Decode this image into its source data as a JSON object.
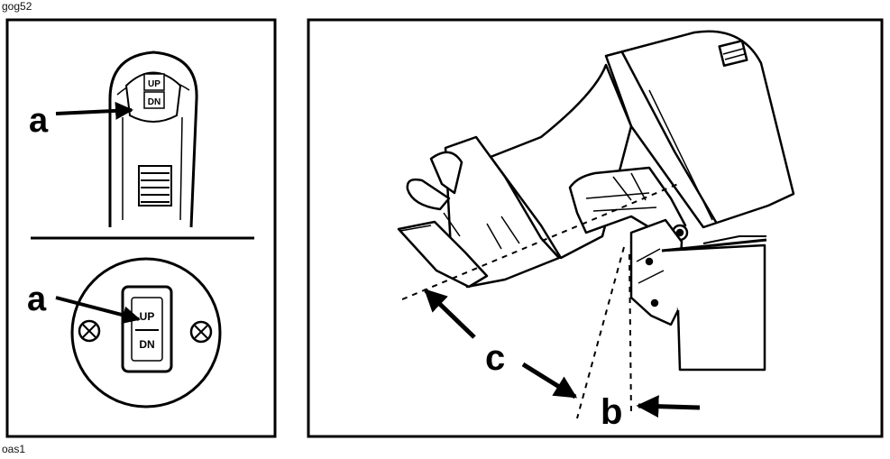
{
  "codes": {
    "top": "gog52",
    "bottom": "oas1"
  },
  "left_panel": {
    "top_switch": {
      "up": "UP",
      "dn": "DN"
    },
    "bottom_switch": {
      "up": "UP",
      "dn": "DN"
    },
    "callouts": {
      "a_top": "a",
      "a_bottom": "a"
    }
  },
  "right_panel": {
    "callouts": {
      "b": "b",
      "c": "c"
    }
  },
  "colors": {
    "ink": "#000000",
    "paper": "#ffffff"
  }
}
